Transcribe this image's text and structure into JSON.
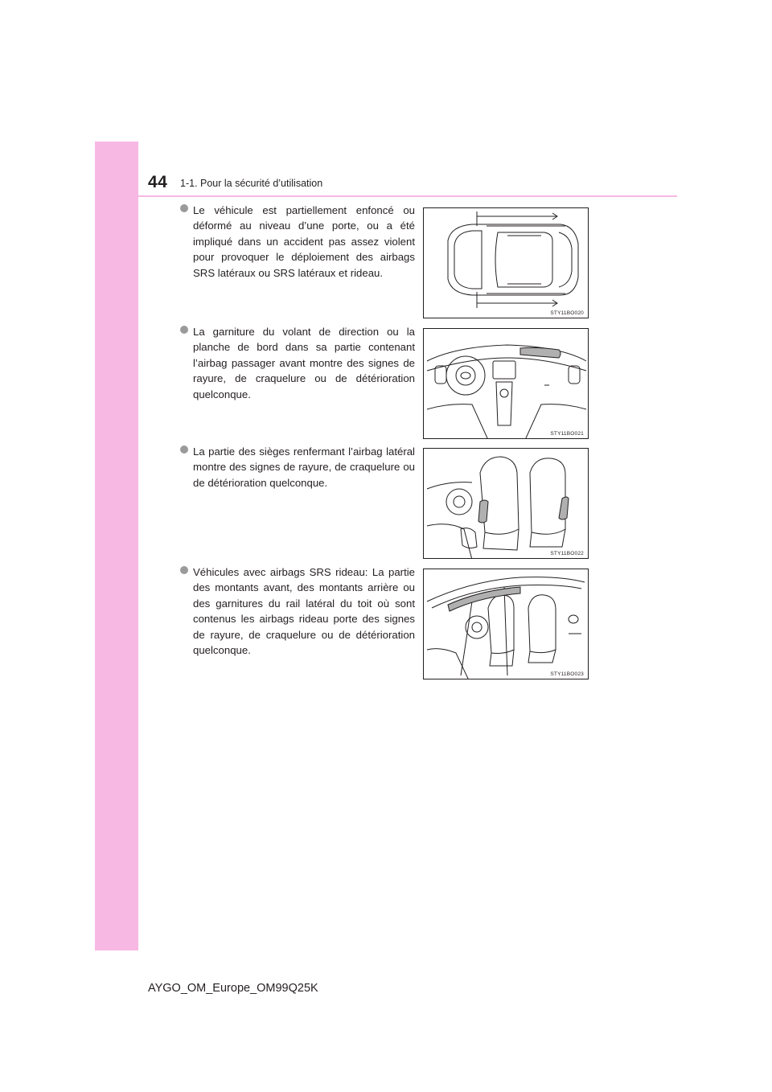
{
  "header": {
    "page_number": "44",
    "section_title": "1-1. Pour la sécurité d’utilisation"
  },
  "items": [
    {
      "text": "Le véhicule est partiellement enfoncé ou déformé au niveau d’une porte, ou a été impliqué dans un accident pas assez violent pour provoquer le déploiement des airbags SRS latéraux ou SRS latéraux et rideau.",
      "figure_code": "STY11BO020"
    },
    {
      "text": "La garniture du volant de direction ou la planche de bord dans sa partie contenant l’airbag passager avant montre des signes de rayure, de craquelure ou de détérioration quelconque.",
      "figure_code": "STY11BO021"
    },
    {
      "text": "La partie des sièges renfermant l’airbag latéral montre des signes de rayure, de craquelure ou de détérioration quelconque.",
      "figure_code": "STY11BO022"
    },
    {
      "text": "Véhicules avec airbags SRS rideau: La partie des montants avant, des montants arrière ou des garnitures du rail latéral du toit où sont contenus les airbags rideau porte des signes de rayure, de craquelure ou de détérioration quelconque.",
      "figure_code": "STY11BO023"
    }
  ],
  "footer": {
    "document_id": "AYGO_OM_Europe_OM99Q25K"
  },
  "colors": {
    "sidebar": "#f7b8e4",
    "bullet": "#9a9a9a",
    "text": "#231f20",
    "airbag_highlight": "#b0b0b0"
  }
}
